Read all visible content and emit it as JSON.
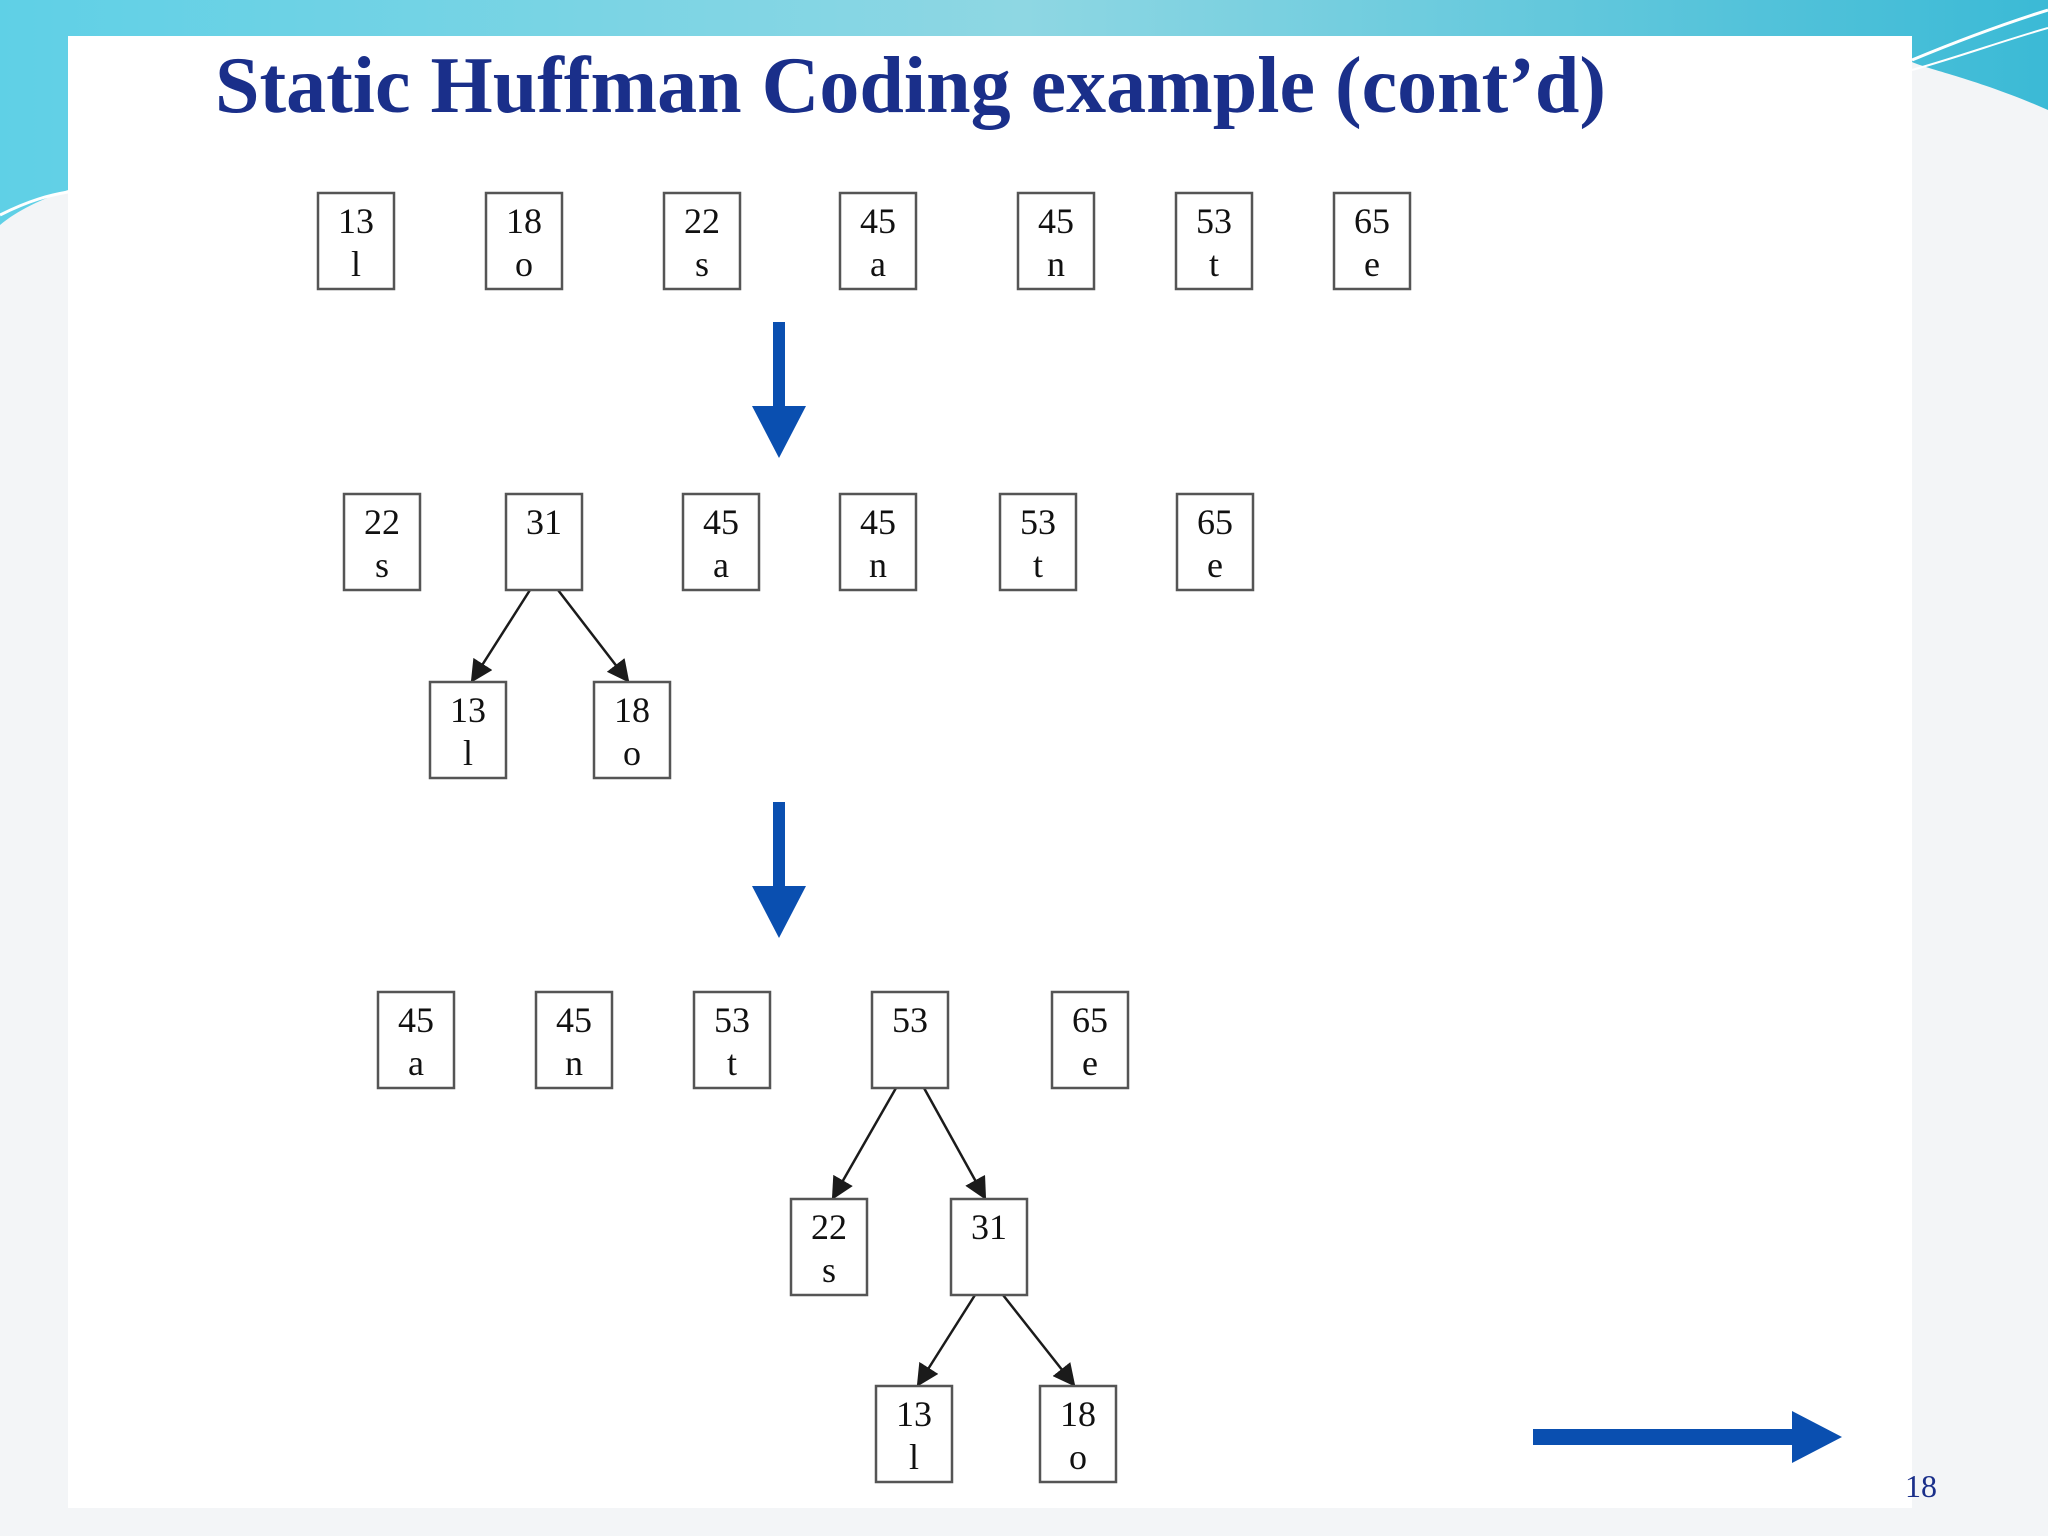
{
  "slide": {
    "title": "Static Huffman Coding example (cont’d)",
    "page_number": "18"
  },
  "colors": {
    "title": "#1a2f8a",
    "arrow": "#0a4fb0",
    "box_border": "#555555",
    "header_wave": "#3cc4dc"
  },
  "stages": [
    {
      "nodes": [
        {
          "id": "s1-l",
          "weight": "13",
          "symbol": "l"
        },
        {
          "id": "s1-o",
          "weight": "18",
          "symbol": "o"
        },
        {
          "id": "s1-s",
          "weight": "22",
          "symbol": "s"
        },
        {
          "id": "s1-a",
          "weight": "45",
          "symbol": "a"
        },
        {
          "id": "s1-n",
          "weight": "45",
          "symbol": "n"
        },
        {
          "id": "s1-t",
          "weight": "53",
          "symbol": "t"
        },
        {
          "id": "s1-e",
          "weight": "65",
          "symbol": "e"
        }
      ],
      "edges": []
    },
    {
      "nodes": [
        {
          "id": "s2-s",
          "weight": "22",
          "symbol": "s"
        },
        {
          "id": "s2-31",
          "weight": "31",
          "symbol": ""
        },
        {
          "id": "s2-a",
          "weight": "45",
          "symbol": "a"
        },
        {
          "id": "s2-n",
          "weight": "45",
          "symbol": "n"
        },
        {
          "id": "s2-t",
          "weight": "53",
          "symbol": "t"
        },
        {
          "id": "s2-e",
          "weight": "65",
          "symbol": "e"
        },
        {
          "id": "s2-l",
          "weight": "13",
          "symbol": "l"
        },
        {
          "id": "s2-o",
          "weight": "18",
          "symbol": "o"
        }
      ],
      "edges": [
        {
          "from": "s2-31",
          "to": "s2-l"
        },
        {
          "from": "s2-31",
          "to": "s2-o"
        }
      ]
    },
    {
      "nodes": [
        {
          "id": "s3-a",
          "weight": "45",
          "symbol": "a"
        },
        {
          "id": "s3-n",
          "weight": "45",
          "symbol": "n"
        },
        {
          "id": "s3-t",
          "weight": "53",
          "symbol": "t"
        },
        {
          "id": "s3-53",
          "weight": "53",
          "symbol": ""
        },
        {
          "id": "s3-e",
          "weight": "65",
          "symbol": "e"
        },
        {
          "id": "s3-s",
          "weight": "22",
          "symbol": "s"
        },
        {
          "id": "s3-31",
          "weight": "31",
          "symbol": ""
        },
        {
          "id": "s3-l",
          "weight": "13",
          "symbol": "l"
        },
        {
          "id": "s3-o",
          "weight": "18",
          "symbol": "o"
        }
      ],
      "edges": [
        {
          "from": "s3-53",
          "to": "s3-s"
        },
        {
          "from": "s3-53",
          "to": "s3-31"
        },
        {
          "from": "s3-31",
          "to": "s3-l"
        },
        {
          "from": "s3-31",
          "to": "s3-o"
        }
      ]
    }
  ],
  "transition_arrows": [
    {
      "from_stage": 1,
      "to_stage": 2
    },
    {
      "from_stage": 2,
      "to_stage": 3
    }
  ],
  "next_arrow": {
    "direction": "right"
  }
}
